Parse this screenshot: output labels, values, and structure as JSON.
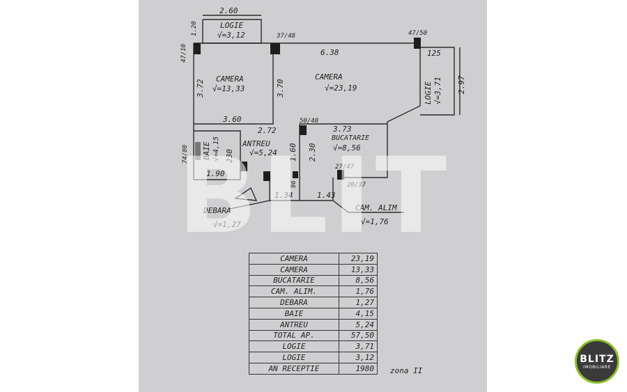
{
  "labels": {
    "logie1_dim": "2.60",
    "logie1_name": "LOGIE",
    "logie1_area": "√=3,12",
    "dim_120": "1.20",
    "dim_4710": "47/10",
    "dim_3748": "37/48",
    "dim_4710b": "47/50",
    "camera1_name": "CAMERA",
    "camera1_area": "√=13,33",
    "dim_372": "3.72",
    "dim_370": "3.70",
    "camera2_name": "CAMERA",
    "camera2_area": "√=23,19",
    "dim_638": "6.38",
    "dim_125": "125",
    "logie2_name": "LOGIE",
    "logie2_area": "√=3,71",
    "dim_297": "2.97",
    "dim_360": "3.60",
    "dim_272": "2.72",
    "dim_5040": "50/40",
    "dim_373": "3.73",
    "baie_name": "BAIE",
    "baie_area": "√=4,15",
    "dim_7480": "74/80",
    "dim_230": "230",
    "dim_190": "1.90",
    "antreu_name": "ANTREU",
    "antreu_area": "√=5,24",
    "dim_160": "1.60",
    "dim_230b": "2.30",
    "bucatarie_name": "BUCATARIE",
    "bucatarie_area": "√=8,56",
    "dim_2747": "27/47",
    "dim_2037": "20/37",
    "dim_134": "1.34",
    "dim_96": "96",
    "dim_143": "1.43",
    "debara_name": "DEBARA",
    "debara_area": "√=1,27",
    "camara_name": "CAM. ALIM",
    "camara_area": "√=1,76"
  },
  "table": [
    {
      "name": "CAMERA",
      "value": "23,19"
    },
    {
      "name": "CAMERA",
      "value": "13,33"
    },
    {
      "name": "BUCATARIE",
      "value": "8,56"
    },
    {
      "name": "CAM. ALIM.",
      "value": "1,76"
    },
    {
      "name": "DEBARA",
      "value": "1,27"
    },
    {
      "name": "BAIE",
      "value": "4,15"
    },
    {
      "name": "ANTREU",
      "value": "5,24"
    },
    {
      "name": "TOTAL AP.",
      "value": "57,50"
    },
    {
      "name": "LOGIE",
      "value": "3,71"
    },
    {
      "name": "LOGIE",
      "value": "3,12"
    },
    {
      "name": "AN RECEPTIE",
      "value": "1980"
    }
  ],
  "zona": "zona II",
  "watermark": "BLIT",
  "logo": {
    "main": "BLITZ",
    "sub": "IMOBILIARE",
    "ring_color": "#8cbf2a"
  }
}
